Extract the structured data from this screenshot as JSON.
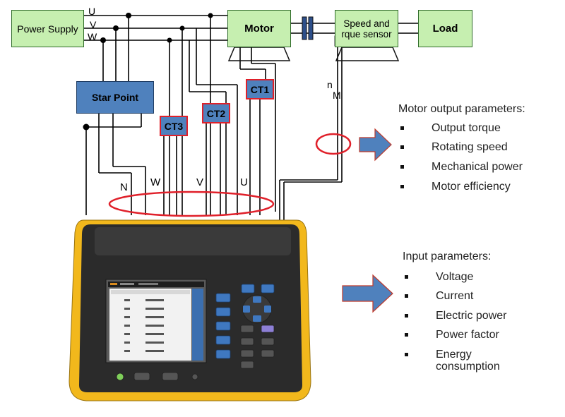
{
  "blocks": {
    "power_supply": "Power Supply",
    "motor": "Motor",
    "sensor": "Speed and\nrque sensor",
    "load": "Load",
    "star_point": "Star Point"
  },
  "current_transformers": [
    "CT1",
    "CT2",
    "CT3"
  ],
  "phase_labels_top": [
    "U",
    "V",
    "W"
  ],
  "phase_labels_bottom": [
    "N",
    "W",
    "V",
    "U"
  ],
  "sensor_signals": [
    "n",
    "M"
  ],
  "motor_output": {
    "title": "Motor output parameters:",
    "items": [
      "Output torque",
      "Rotating speed",
      "Mechanical power",
      "Motor efficiency"
    ]
  },
  "input": {
    "title": "Input parameters:",
    "items": [
      "Voltage",
      "Current",
      "Electric power",
      "Power factor",
      "Energy\nconsumption"
    ]
  },
  "colors": {
    "block_green": "#c6efb0",
    "block_blue": "#4f81bd",
    "highlight_red": "#e0202a",
    "analyzer_yellow": "#f2b81c",
    "analyzer_body": "#2b2b2b"
  }
}
